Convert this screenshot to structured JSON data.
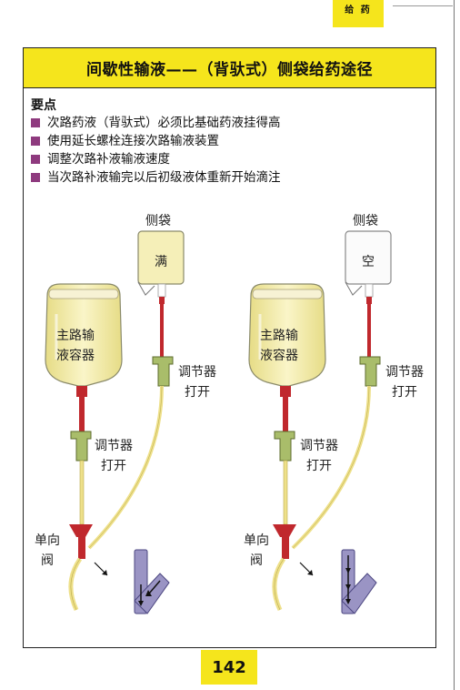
{
  "header": {
    "tab_label": "给 药"
  },
  "title": "间歇性输液——（背驮式）侧袋给药途径",
  "key_points": {
    "heading": "要点",
    "items": [
      "次路药液（背驮式）必须比基础药液挂得高",
      "使用延长螺栓连接次路输液装置",
      "调整次路补液输液速度",
      "当次路补液输完以后初级液体重新开始滴注"
    ]
  },
  "left_diagram": {
    "side_bag_label": "侧袋",
    "side_bag_content": "满",
    "main_container_label": "主路输液容器",
    "main_container_line1": "主路输",
    "main_container_line2": "液容器",
    "regulator_side_line1": "调节器",
    "regulator_side_line2": "打开",
    "regulator_main_line1": "调节器",
    "regulator_main_line2": "打开",
    "valve_line1": "单向",
    "valve_line2": "阀"
  },
  "right_diagram": {
    "side_bag_label": "侧袋",
    "side_bag_content": "空",
    "main_container_line1": "主路输",
    "main_container_line2": "液容器",
    "regulator_side_line1": "调节器",
    "regulator_side_line2": "打开",
    "regulator_main_line1": "调节器",
    "regulator_main_line2": "打开",
    "valve_line1": "单向",
    "valve_line2": "阀"
  },
  "page_number": "142",
  "colors": {
    "accent_yellow": "#f5e51c",
    "bullet_purple": "#8e3a7e",
    "fluid_yellow": "#f3ecb0",
    "tube_red": "#c0282d",
    "clamp_green": "#a9bd6a",
    "valve_purple": "#9a94c4"
  }
}
